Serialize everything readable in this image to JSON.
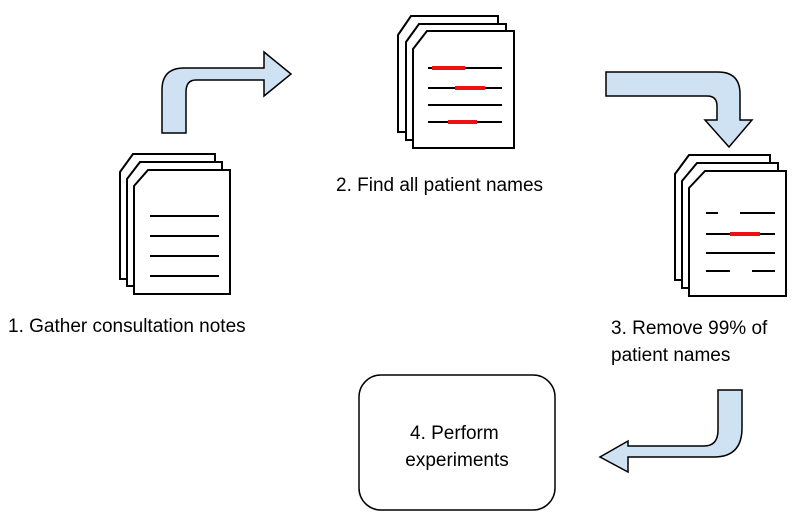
{
  "steps": [
    {
      "label_lines": [
        "1. Gather consultation notes"
      ]
    },
    {
      "label_lines": [
        "2. Find all patient names"
      ]
    },
    {
      "label_lines": [
        "3. Remove 99% of",
        "patient names"
      ]
    },
    {
      "label_lines": [
        "4. Perform",
        "experiments"
      ]
    }
  ],
  "colors": {
    "arrow_fill": "#cfe2f3",
    "highlight": "#ee1111",
    "outline": "#000000"
  },
  "icons": [
    "document-stack-icon",
    "highlighted-document-stack-icon",
    "redacted-document-stack-icon",
    "curved-arrow-icon"
  ]
}
